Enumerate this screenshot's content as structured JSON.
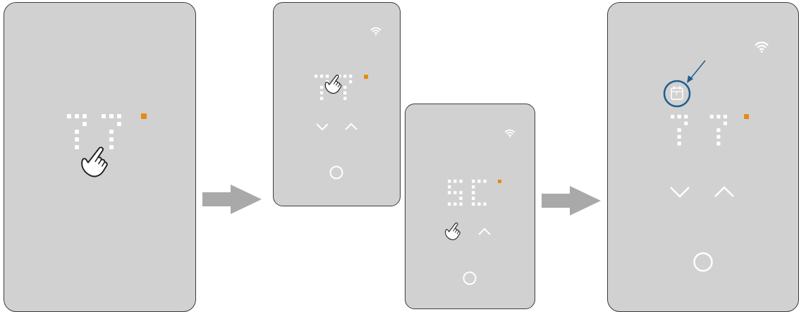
{
  "colors": {
    "panel_fill": "#d1d1d1",
    "panel_border": "#3c3c3c",
    "segment_dot": "#ffffff",
    "indicator_dot": "#e88a10",
    "flow_arrow": "#a9a9a9",
    "highlight_ring": "#1c5e8e",
    "pointer_arrow": "#1c5e8e"
  },
  "steps": [
    {
      "id": "step-1",
      "display": "77",
      "icons": [
        "tap-hand-icon"
      ]
    },
    {
      "id": "step-2a",
      "display": "77",
      "icons": [
        "wifi-icon",
        "tap-hand-icon",
        "down-chevron-icon",
        "up-chevron-icon",
        "power-ring-icon"
      ]
    },
    {
      "id": "step-2b",
      "display": "5C",
      "icons": [
        "wifi-icon",
        "tap-hand-icon",
        "up-chevron-icon",
        "power-ring-icon"
      ]
    },
    {
      "id": "step-3",
      "display": "77",
      "icons": [
        "wifi-icon",
        "calendar-icon",
        "down-chevron-icon",
        "up-chevron-icon",
        "power-ring-icon"
      ]
    }
  ],
  "calendar_icon": {
    "day_number": "7"
  }
}
